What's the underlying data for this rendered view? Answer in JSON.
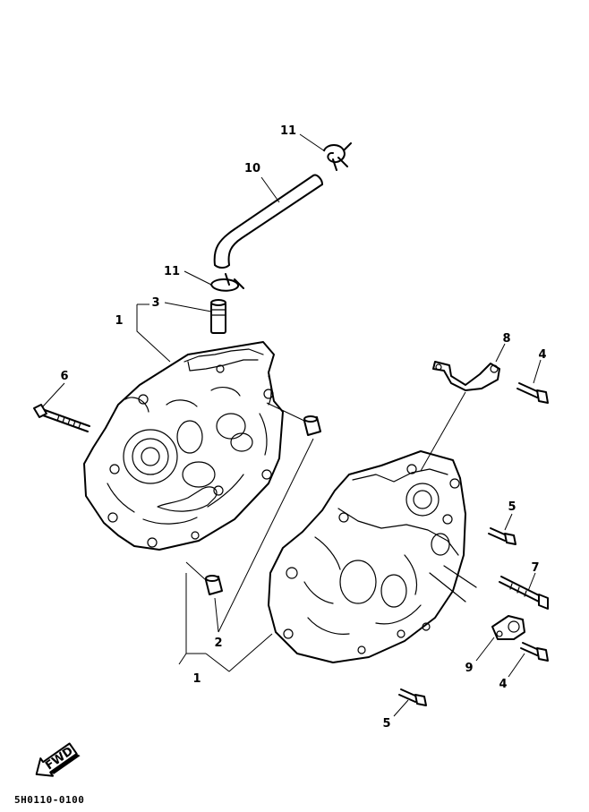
{
  "diagram": {
    "drawing_code": "5H0110-0100",
    "fwd_label": "FWD",
    "labels": {
      "clip_top": "11",
      "hose": "10",
      "clip_mid": "11",
      "fitting": "3",
      "crankcase_left": "1",
      "bolt_left": "6",
      "bracket": "8",
      "bolt_bracket": "4",
      "bolt_right_a": "5",
      "bolt_long": "7",
      "dowel_pin": "2",
      "crankcase_bottom": "1",
      "cable_guide": "9",
      "bolt_guide": "4",
      "bolt_right_b": "5"
    }
  }
}
